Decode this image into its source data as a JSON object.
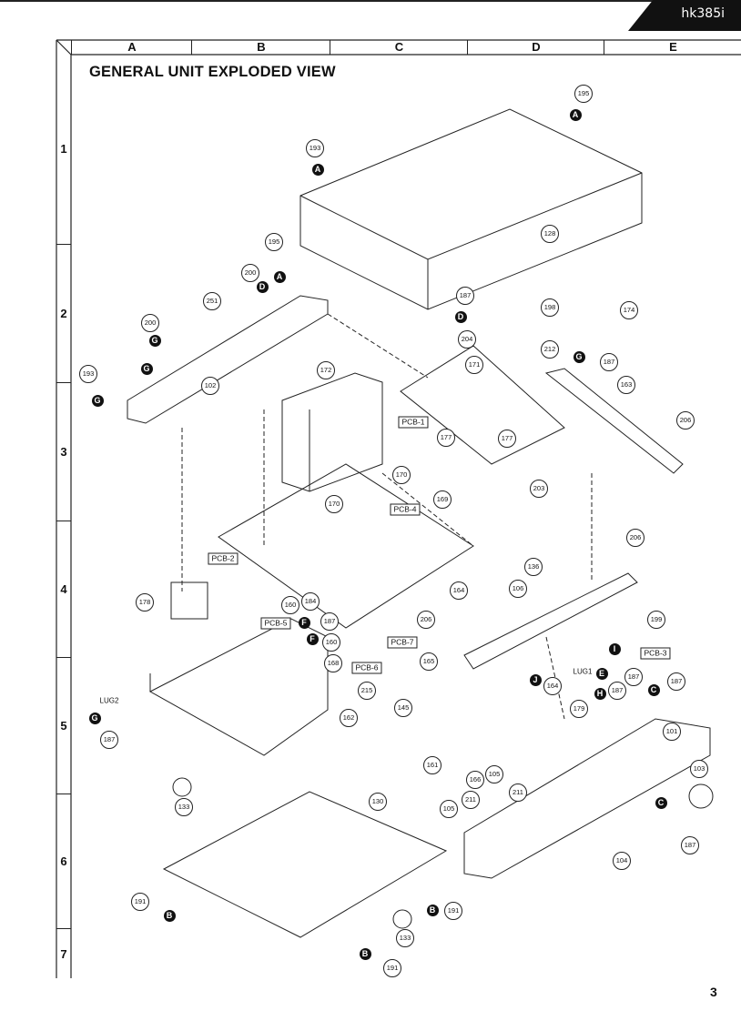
{
  "header": {
    "model": "hk385i"
  },
  "title": "GENERAL UNIT EXPLODED VIEW",
  "grid": {
    "columns": [
      "A",
      "B",
      "C",
      "D",
      "E"
    ],
    "rows": [
      "1",
      "2",
      "3",
      "4",
      "5",
      "6",
      "7"
    ]
  },
  "callouts": [
    "195",
    "193",
    "128",
    "195",
    "200",
    "251",
    "200",
    "193",
    "102",
    "187",
    "198",
    "174",
    "204",
    "212",
    "171",
    "187",
    "163",
    "172",
    "177",
    "177",
    "206",
    "169",
    "170",
    "203",
    "170",
    "206",
    "178",
    "136",
    "164",
    "106",
    "160",
    "184",
    "187",
    "160",
    "168",
    "206",
    "165",
    "199",
    "187",
    "187",
    "187",
    "215",
    "164",
    "179",
    "145",
    "162",
    "187",
    "161",
    "166",
    "101",
    "105",
    "211",
    "103",
    "105",
    "211",
    "133",
    "130",
    "187",
    "104",
    "191",
    "191",
    "133",
    "191"
  ],
  "letters": [
    "A",
    "A",
    "A",
    "D",
    "G",
    "G",
    "G",
    "D",
    "G",
    "F",
    "F",
    "I",
    "E",
    "C",
    "J",
    "H",
    "G",
    "C",
    "B",
    "B",
    "B"
  ],
  "pcb_labels": [
    "PCB-1",
    "PCB-4",
    "PCB-2",
    "PCB-5",
    "PCB-7",
    "PCB-3",
    "PCB-6"
  ],
  "lugs": [
    "LUG1",
    "LUG2"
  ],
  "page_number": "3"
}
